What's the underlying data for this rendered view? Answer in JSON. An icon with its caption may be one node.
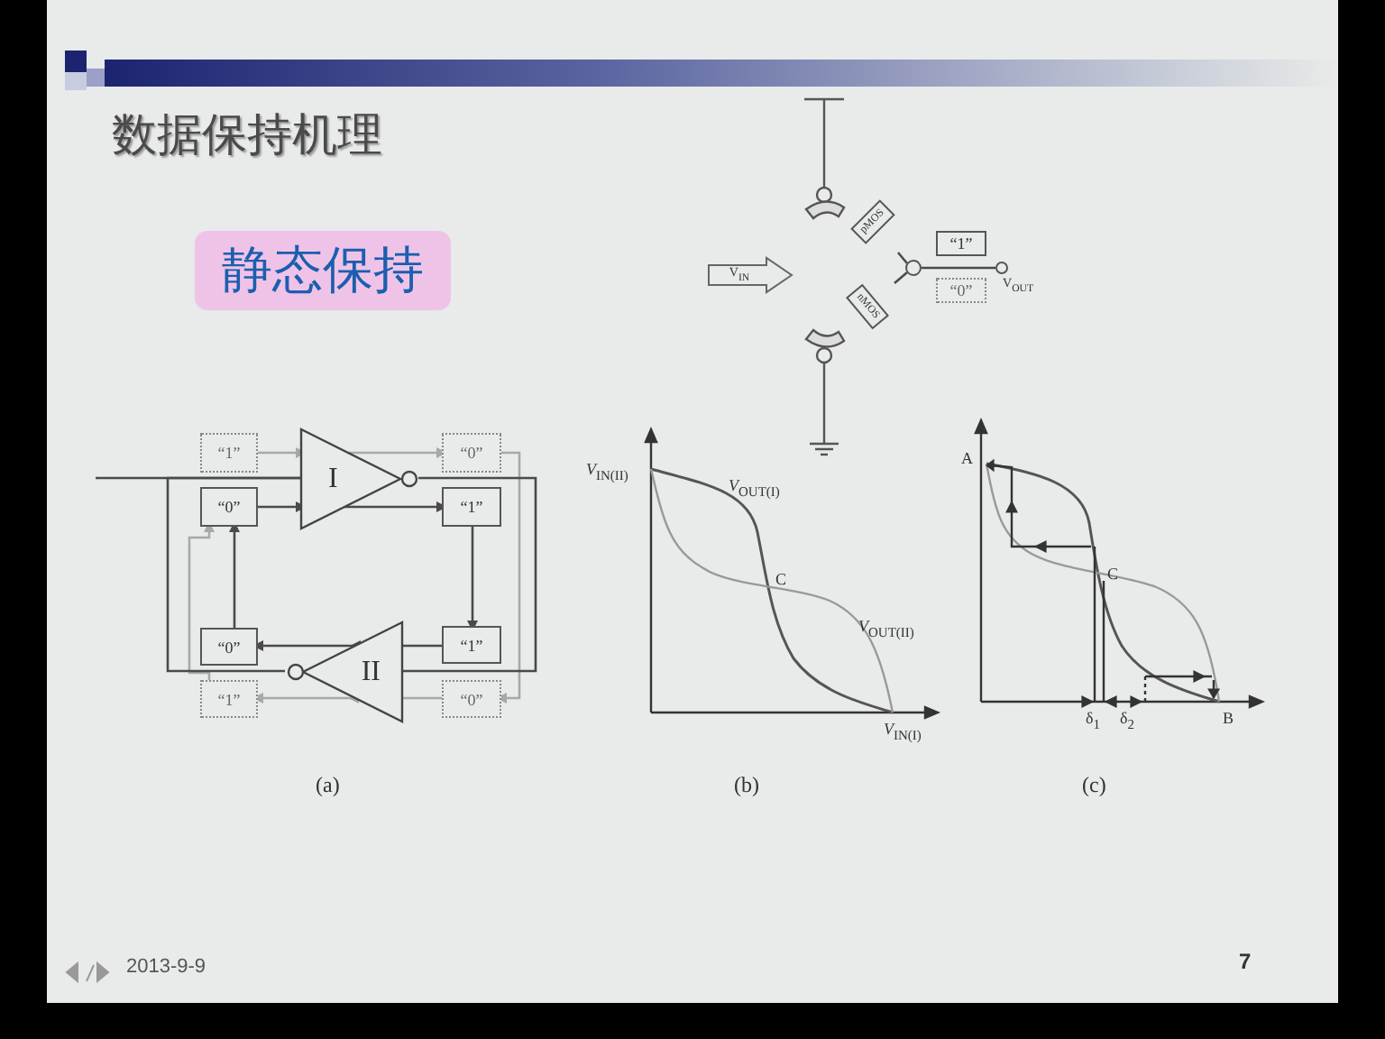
{
  "diagram": {
    "title": "数据保持机理",
    "nodes": [
      {
        "text": [
          "静态保持"
        ]
      },
      {
        "text": [
          "V$_{IN}$"
        ]
      },
      {
        "text": [
          "pMOS"
        ]
      },
      {
        "text": [
          "nMOS"
        ]
      },
      {
        "text": [],
        "shape": "circle"
      },
      {
        "text": [
          "“1”"
        ]
      },
      {
        "text": [
          "“0”"
        ]
      },
      {
        "text": [],
        "shape": "circle",
        "beside": [
          "V$_{OUT}$"
        ]
      },
      {
        "text": [
          "“1”"
        ]
      },
      {
        "text": [
          "“0”"
        ]
      },
      {
        "text": [
          "I"
        ]
      },
      {
        "text": [
          "“0”"
        ]
      },
      {
        "text": [
          "“1”"
        ]
      },
      {
        "text": [
          "“0”"
        ]
      },
      {
        "text": [
          "II"
        ]
      },
      {
        "text": [
          "“1”"
        ]
      },
      {
        "text": [
          "“1”"
        ]
      },
      {
        "text": [
          "“0”"
        ]
      }
    ],
    "edges": [
      {
        "from": 2,
        "to": 4,
        "arrow": "none"
      },
      {
        "from": 3,
        "to": 4,
        "arrow": "none"
      },
      {
        "from": 4,
        "to": 7,
        "arrow": "none"
      },
      {
        "from": null,
        "to": 10,
        "arrow": "none"
      },
      {
        "from": 8,
        "to": 10,
        "arrow": "to",
        "color": "#a8a8a8"
      },
      {
        "from": 9,
        "to": 10,
        "arrow": "to"
      },
      {
        "from": 10,
        "to": 11,
        "arrow": "to",
        "color": "#a8a8a8"
      },
      {
        "from": 10,
        "to": 12,
        "arrow": "to"
      },
      {
        "from": 12,
        "to": 15,
        "arrow": "to"
      },
      {
        "from": 11,
        "to": 17,
        "arrow": "to",
        "color": "#a8a8a8"
      },
      {
        "from": 15,
        "to": 14,
        "arrow": "to"
      },
      {
        "from": 17,
        "to": 14,
        "arrow": "to",
        "color": "#a8a8a8"
      },
      {
        "from": 14,
        "to": 13,
        "arrow": "to"
      },
      {
        "from": 14,
        "to": 16,
        "arrow": "to",
        "color": "#a8a8a8"
      },
      {
        "from": 13,
        "to": 9,
        "arrow": "to"
      },
      {
        "from": 16,
        "to": 9,
        "arrow": "to",
        "color": "#a8a8a8"
      },
      {
        "from": 10,
        "to": 14,
        "arrow": "none"
      },
      {
        "from": 14,
        "to": 10,
        "arrow": "none"
      }
    ],
    "labels": [
      "*V*$_{IN(II)}$",
      "*V*$_{OUT(I)}$",
      "C",
      "*V*$_{OUT(II)}$",
      "*V*$_{IN(I)}$",
      "A",
      "C",
      "δ$_{1}$",
      "δ$_{2}$",
      "B",
      "(a)",
      "(b)",
      "(c)",
      "2013-9-9",
      "7"
    ]
  }
}
